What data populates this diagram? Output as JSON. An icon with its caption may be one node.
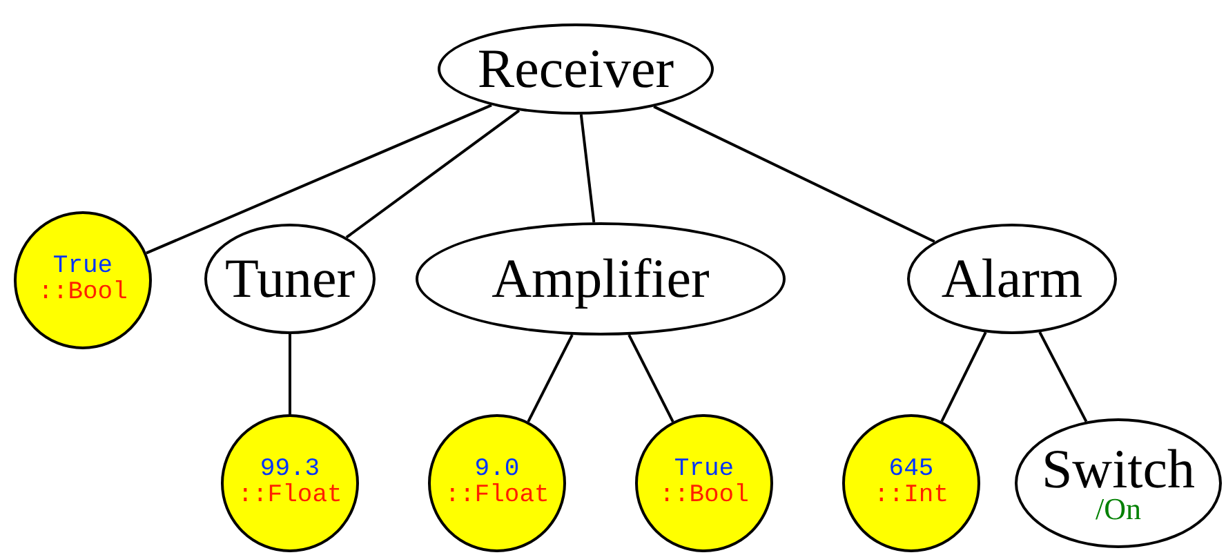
{
  "diagram": {
    "nodes": [
      {
        "text": [
          "Receiver"
        ]
      },
      {
        "text": [
          "True",
          "::Bool"
        ]
      },
      {
        "text": [
          "Tuner"
        ]
      },
      {
        "text": [
          "Amplifier"
        ]
      },
      {
        "text": [
          "Alarm"
        ]
      },
      {
        "text": [
          "99.3",
          "::Float"
        ]
      },
      {
        "text": [
          "9.0",
          "::Float"
        ]
      },
      {
        "text": [
          "True",
          "::Bool"
        ]
      },
      {
        "text": [
          "645",
          "::Int"
        ]
      },
      {
        "text": [
          "Switch",
          "/On"
        ]
      }
    ],
    "edges": [
      {
        "from": 0,
        "to": 1,
        "arrow": "none"
      },
      {
        "from": 0,
        "to": 2,
        "arrow": "none"
      },
      {
        "from": 0,
        "to": 3,
        "arrow": "none"
      },
      {
        "from": 0,
        "to": 4,
        "arrow": "none"
      },
      {
        "from": 2,
        "to": 5,
        "arrow": "none"
      },
      {
        "from": 3,
        "to": 6,
        "arrow": "none"
      },
      {
        "from": 3,
        "to": 7,
        "arrow": "none"
      },
      {
        "from": 4,
        "to": 8,
        "arrow": "none"
      },
      {
        "from": 4,
        "to": 9,
        "arrow": "none"
      }
    ]
  }
}
